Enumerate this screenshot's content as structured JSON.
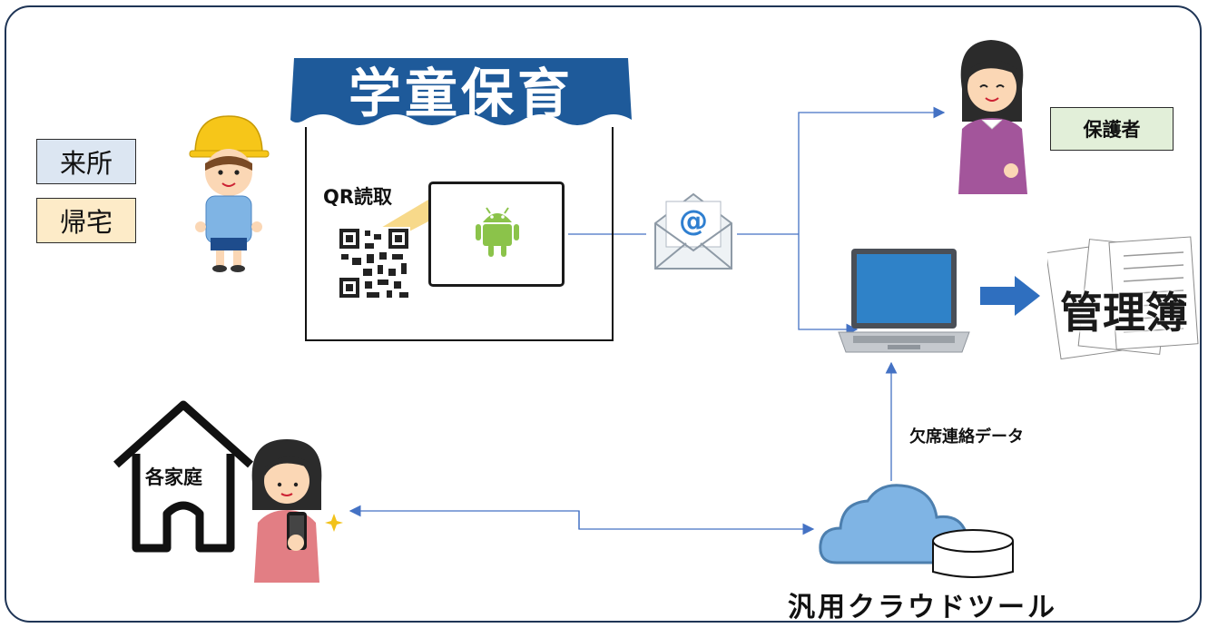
{
  "labels": {
    "arrival": "来所",
    "return_home": "帰宅",
    "facility": "学童保育",
    "qr_read": "QR読取",
    "guardian": "保護者",
    "ledger": "管理簿",
    "homes": "各家庭",
    "absence_data": "欠席連絡データ",
    "cloud_tool": "汎用クラウドツール",
    "email_symbol": "@"
  },
  "colors": {
    "arrival_bg": "#dce6f2",
    "return_bg": "#fdebc8",
    "guardian_bg": "#e2efd9",
    "roof": "#1e5a9a",
    "arrow": "#4472c4",
    "android": "#8bc34a",
    "cloud": "#7fb4e4"
  }
}
